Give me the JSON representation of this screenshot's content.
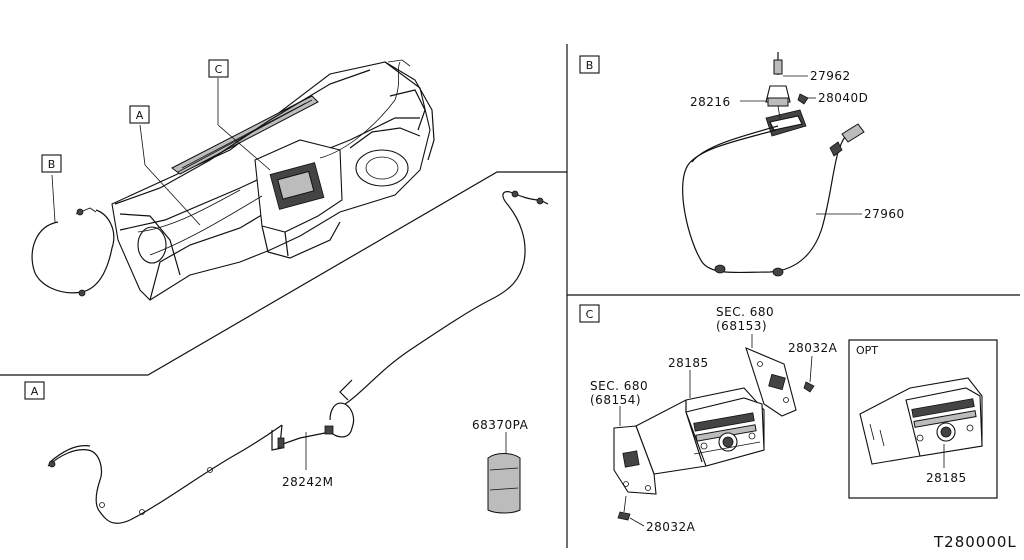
{
  "diagram": {
    "callouts": {
      "overview_a": "A",
      "overview_b": "B",
      "overview_c": "C",
      "section_a": "A",
      "section_b": "B",
      "section_c": "C"
    },
    "section_a": {
      "harness_part": "28242M",
      "antenna_cover_part": "68370PA"
    },
    "section_b": {
      "antenna_rod_part": "27962",
      "antenna_base_part": "28216",
      "screw_part": "28040D",
      "feeder_cable_part": "27960"
    },
    "section_c": {
      "bracket_right_ref": "SEC. 680",
      "bracket_right_ref_num": "(68153)",
      "bracket_left_ref": "SEC. 680",
      "bracket_left_ref_num": "(68154)",
      "audio_unit_part": "28185",
      "screw_top_part": "28032A",
      "screw_bottom_part": "28032A",
      "opt_label": "OPT",
      "opt_unit_part": "28185"
    },
    "drawing_code": "T280000L"
  }
}
